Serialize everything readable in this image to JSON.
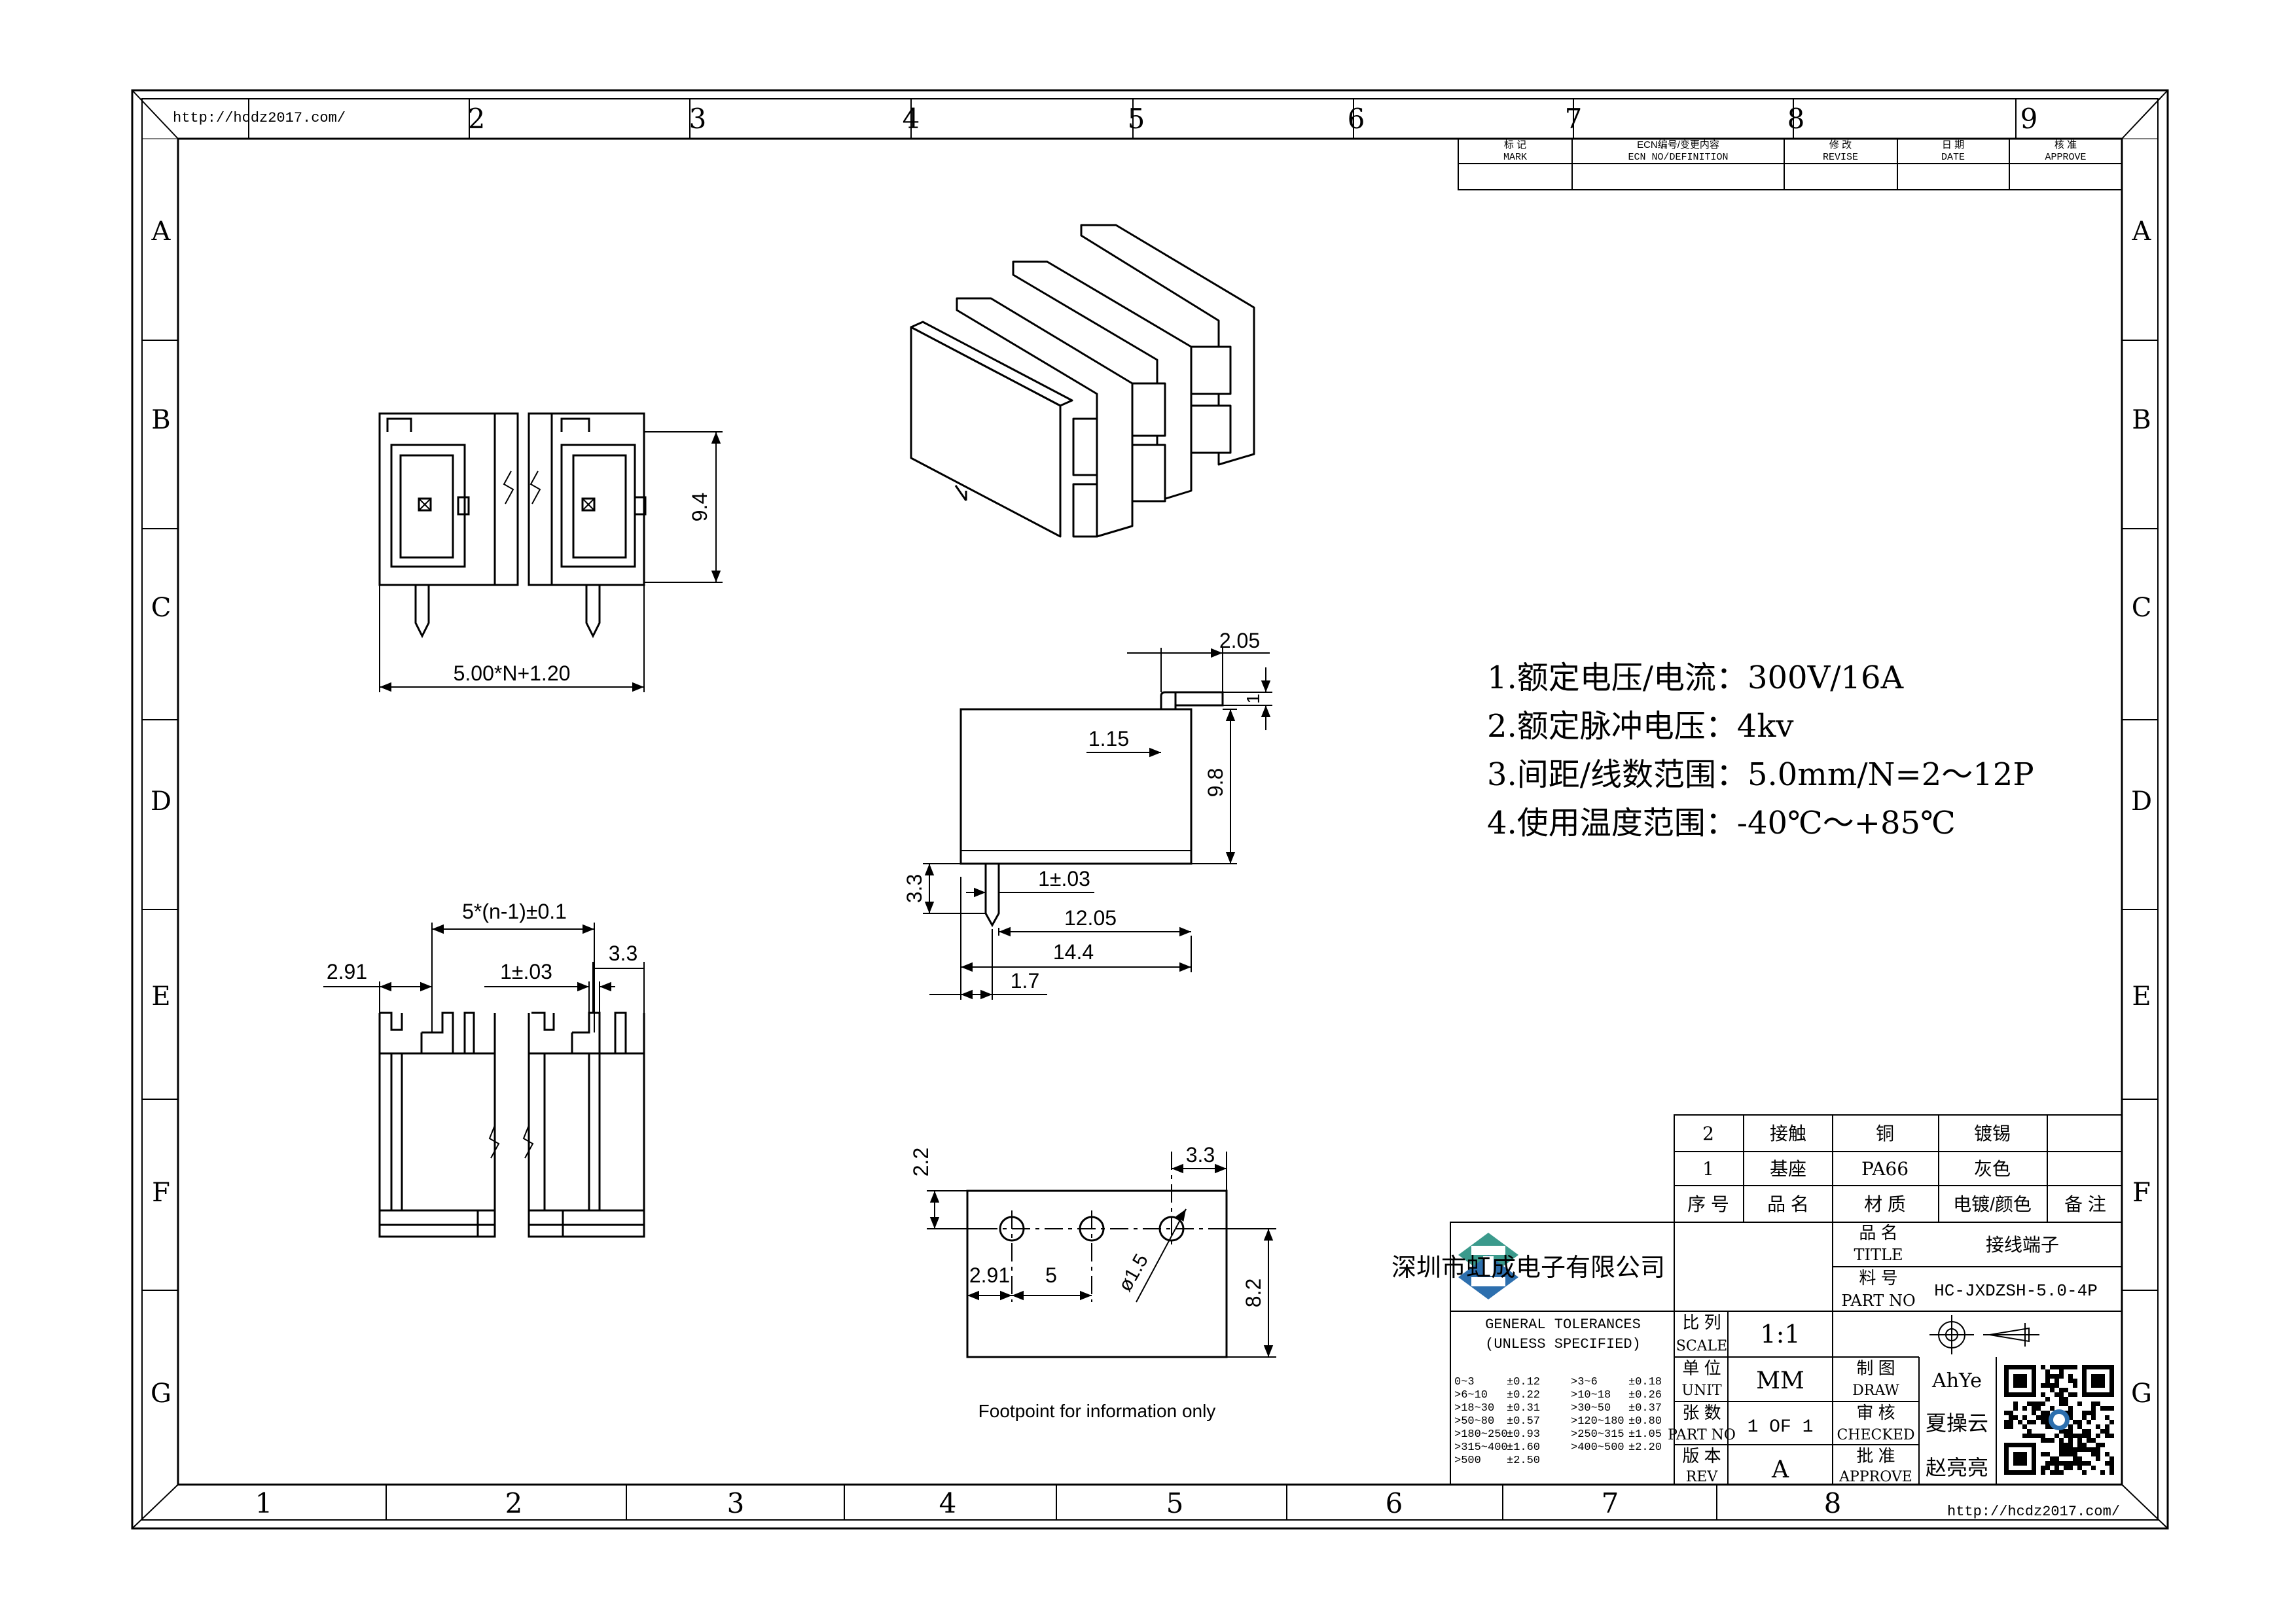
{
  "frame": {
    "url_top": "http://hcdz2017.com/",
    "url_bottom": "http://hcdz2017.com/",
    "col_top": [
      "2",
      "3",
      "4",
      "5",
      "6",
      "7",
      "8",
      "9"
    ],
    "col_bottom": [
      "1",
      "2",
      "3",
      "4",
      "5",
      "6",
      "7",
      "8"
    ],
    "rows": [
      "A",
      "B",
      "C",
      "D",
      "E",
      "F",
      "G"
    ]
  },
  "revision_table": {
    "headers": [
      {
        "cn": "标 记",
        "en": "MARK"
      },
      {
        "cn": "ECN编号/变更内容",
        "en": "ECN NO/DEFINITION"
      },
      {
        "cn": "修 改",
        "en": "REVISE"
      },
      {
        "cn": "日 期",
        "en": "DATE"
      },
      {
        "cn": "核 准",
        "en": "APPROVE"
      }
    ]
  },
  "specs": [
    "1.额定电压/电流：300V/16A",
    "2.额定脉冲电压：4kv",
    "3.间距/线数范围：5.0mm/N=2～12P",
    "4.使用温度范围：-40℃～+85℃"
  ],
  "dimensions": {
    "front_width": "5.00*N+1.20",
    "front_height": "9.4",
    "side_205": "2.05",
    "side_1": "1",
    "side_115": "1.15",
    "side_98": "9.8",
    "side_33": "3.3",
    "side_pin": "1±.03",
    "side_1205": "12.05",
    "side_144": "14.4",
    "side_17": "1.7",
    "bottom_pitch": "5*(n-1)±0.1",
    "bottom_291": "2.91",
    "bottom_pin": "1±.03",
    "bottom_33": "3.3",
    "fp_22": "2.2",
    "fp_33": "3.3",
    "fp_291": "2.91",
    "fp_5": "5",
    "fp_hole": "ø1.5",
    "fp_82": "8.2"
  },
  "footprint_note": "Footpoint for information only",
  "bom": {
    "rows": [
      {
        "no": "2",
        "name": "接触",
        "material": "铜",
        "finish": "镀锡",
        "note": ""
      },
      {
        "no": "1",
        "name": "基座",
        "material": "PA66",
        "finish": "灰色",
        "note": ""
      }
    ],
    "header": {
      "no": "序 号",
      "name": "品 名",
      "material": "材 质",
      "finish": "电镀/颜色",
      "note": "备 注"
    }
  },
  "title_block": {
    "company": "深圳市虹成电子有限公司",
    "title_label_cn": "品 名",
    "title_label_en": "TITLE",
    "title_value": "接线端子",
    "part_label_cn": "料 号",
    "part_label_en": "PART NO",
    "part_value": "HC-JXDZSH-5.0-4P",
    "tol_title": "GENERAL TOLERANCES",
    "tol_sub": "(UNLESS SPECIFIED)",
    "tolerances": [
      [
        "0~3",
        "±0.12",
        ">3~6",
        "±0.18"
      ],
      [
        ">6~10",
        "±0.22",
        ">10~18",
        "±0.26"
      ],
      [
        ">18~30",
        "±0.31",
        ">30~50",
        "±0.37"
      ],
      [
        ">50~80",
        "±0.57",
        ">120~180",
        "±0.80"
      ],
      [
        ">180~250",
        "±0.93",
        ">250~315",
        "±1.05"
      ],
      [
        ">315~400",
        "±1.60",
        ">400~500",
        "±2.20"
      ],
      [
        ">500",
        "±2.50",
        "",
        ""
      ]
    ],
    "scale_cn": "比 列",
    "scale_en": "SCALE",
    "scale_value": "1:1",
    "unit_cn": "单 位",
    "unit_en": "UNIT",
    "unit_value": "MM",
    "sheet_cn": "张 数",
    "sheet_en": "PART NO",
    "sheet_value": "1 OF 1",
    "rev_cn": "版 本",
    "rev_en": "REV",
    "rev_value": "A",
    "draw_cn": "制 图",
    "draw_en": "DRAW",
    "draw_value": "AhYe",
    "check_cn": "审 核",
    "check_en": "CHECKED",
    "check_value": "夏操云",
    "approve_cn": "批 准",
    "approve_en": "APPROVE",
    "approve_value": "赵亮亮"
  }
}
